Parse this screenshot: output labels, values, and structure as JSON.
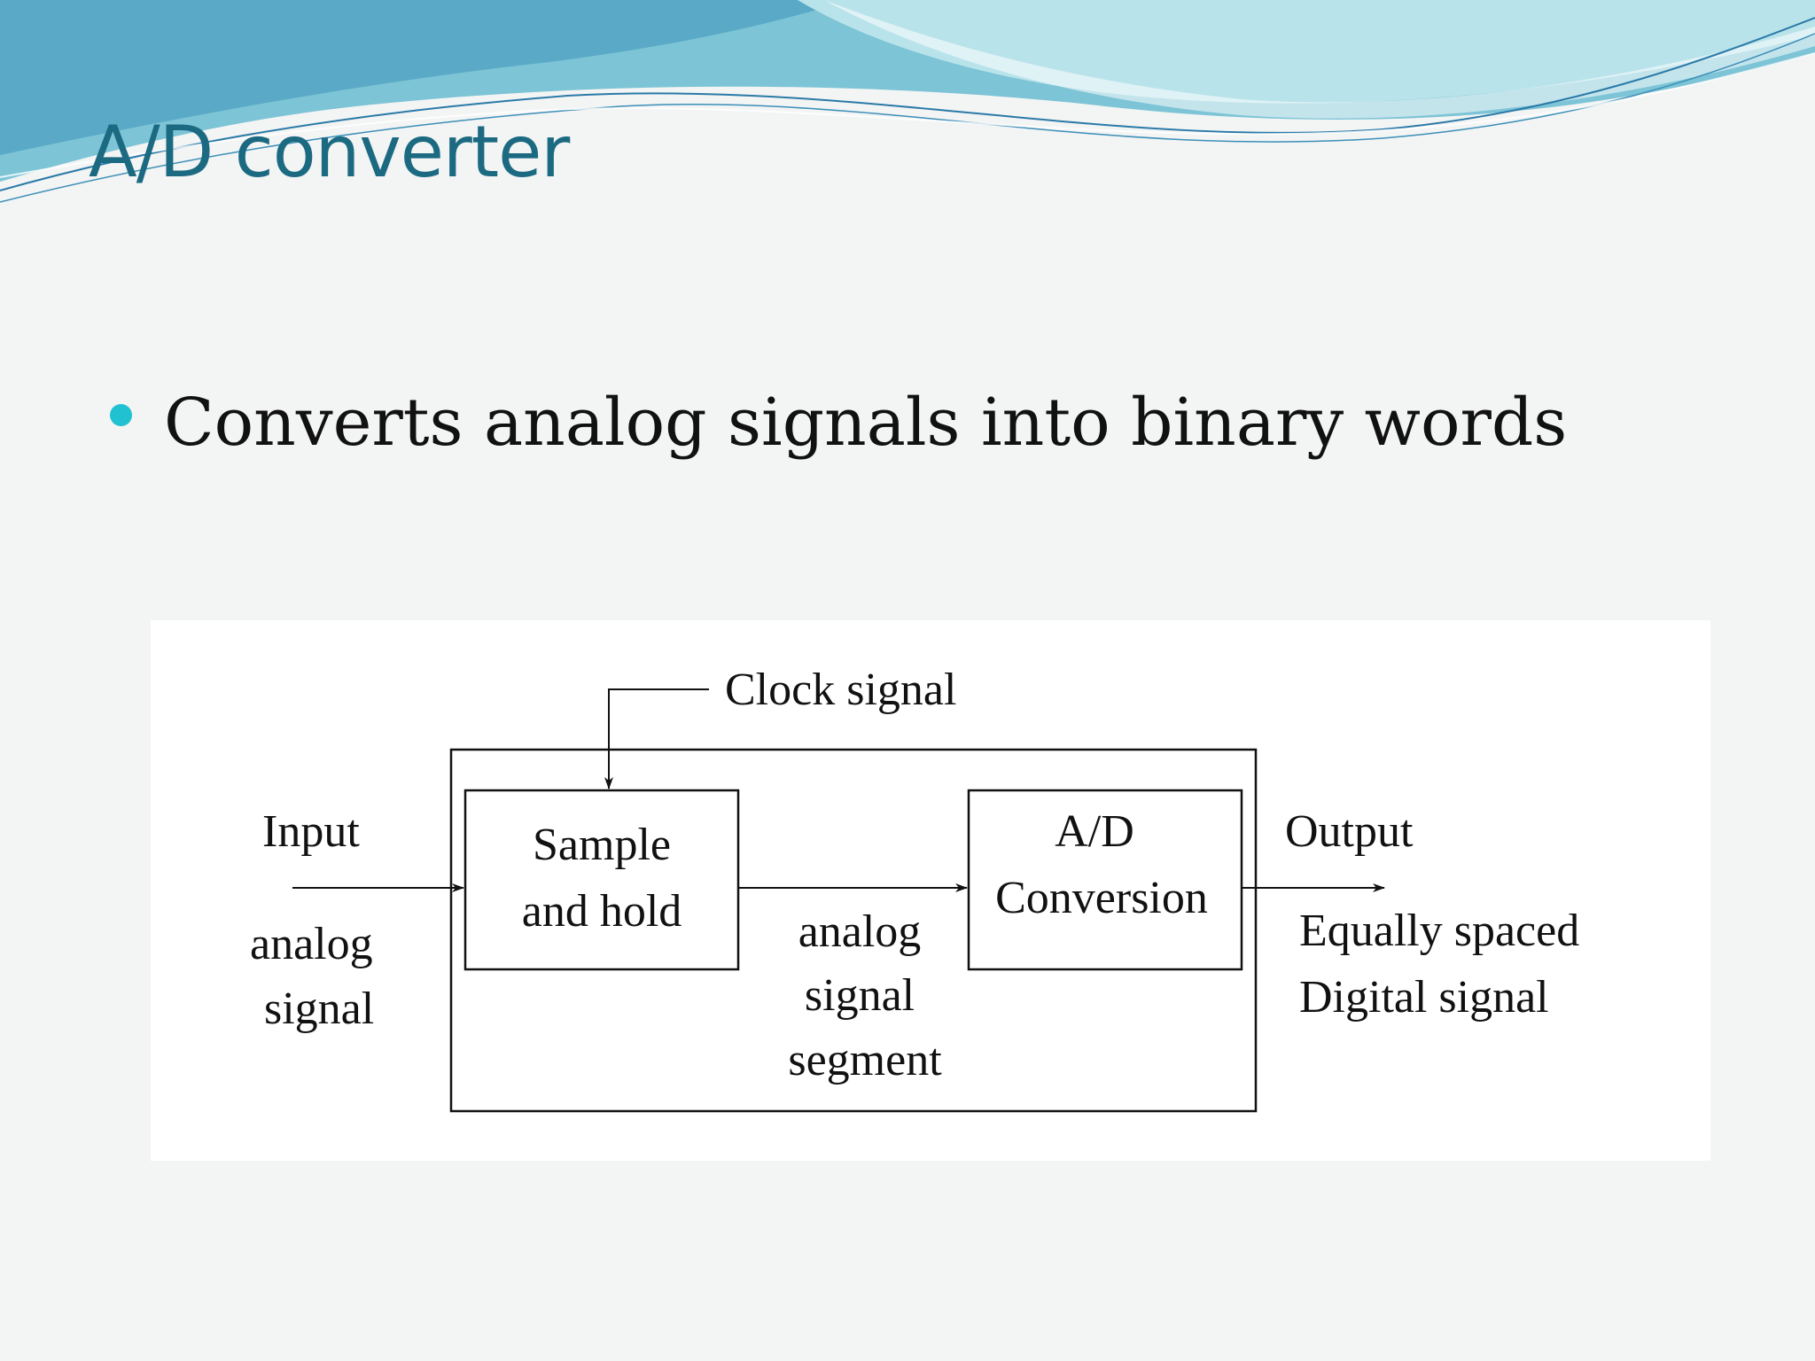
{
  "slide": {
    "title": "A/D converter",
    "bullet": "Converts analog signals into binary words"
  },
  "colors": {
    "title": "#1b6a82",
    "bullet_dot": "#20c2d2",
    "wave_light": "#b9e3ea",
    "wave_mid": "#7cc4d6",
    "wave_dark": "#4aa3c0",
    "wave_line": "#2a7aa8"
  },
  "diagram": {
    "clock": "Clock signal",
    "input": "Input",
    "input_sub": [
      "analog",
      "signal"
    ],
    "sample_hold": [
      "Sample",
      "and hold"
    ],
    "intermediate": [
      "analog",
      "signal",
      "segment"
    ],
    "ad_block": [
      "A/D",
      "Conversion"
    ],
    "output": "Output",
    "output_sub": [
      "Equally spaced",
      "Digital signal"
    ]
  }
}
